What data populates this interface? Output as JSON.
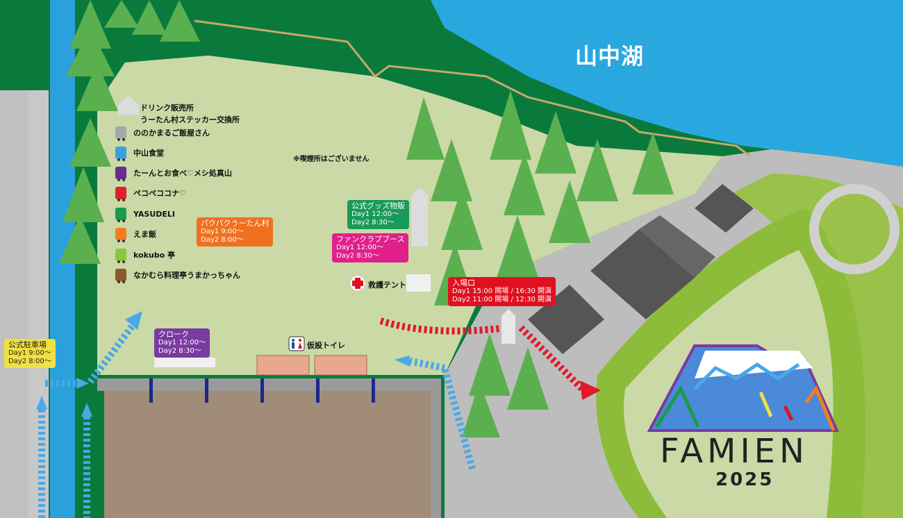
{
  "map": {
    "lake_name": "山中湖",
    "notice": "※喫煙所はございません",
    "drink_label_1": "ドリンク販売所",
    "drink_label_2": "うーたん村ステッカー交換所",
    "legend": [
      {
        "name": "ののかまるご飯屋さん",
        "color": "#a8a8a8"
      },
      {
        "name": "中山食堂",
        "color": "#3aa0e0"
      },
      {
        "name": "たーんとお食べ♡メシ処真山",
        "color": "#6a2c91"
      },
      {
        "name": "ペコペココナ♡",
        "color": "#e0202a"
      },
      {
        "name": "YASUDELI",
        "color": "#1a9a4a"
      },
      {
        "name": "えま飯",
        "color": "#f08020"
      },
      {
        "name": "kokubo 亭",
        "color": "#8cc63f"
      },
      {
        "name": "なかむら料理亭うまかっちゃん",
        "color": "#8b5a2b"
      }
    ],
    "pakupaku": {
      "title": "パクパクうーたん村",
      "line1": "Day1  9:00〜",
      "line2": "Day2  8:00〜",
      "color": "#f07020"
    },
    "goods": {
      "title": "公式グッズ物販",
      "line1": "Day1 12:00〜",
      "line2": "Day2  8:30〜",
      "color": "#1a9a5a"
    },
    "fanclub": {
      "title": "ファンクラブブース",
      "line1": "Day1 12:00〜",
      "line2": "Day2  8:30〜",
      "color": "#e0208a"
    },
    "first_aid": "救護テント",
    "entrance": {
      "title": "入場口",
      "line1": "Day1  15:00 開場 / 16:30 開演",
      "line2": "Day2  11:00 開場 / 12:30 開演",
      "color": "#e01020"
    },
    "cloak": {
      "title": "クローク",
      "line1": "Day1 12:00〜",
      "line2": "Day2  8:30〜",
      "color": "#7a3aa0"
    },
    "toilet": "仮設トイレ",
    "parking": {
      "title": "公式駐車場",
      "line1": "Day1  9:00〜",
      "line2": "Day2  8:00〜",
      "color": "#f0e040"
    },
    "logo_name": "FAMIEN",
    "logo_year": "2025"
  }
}
